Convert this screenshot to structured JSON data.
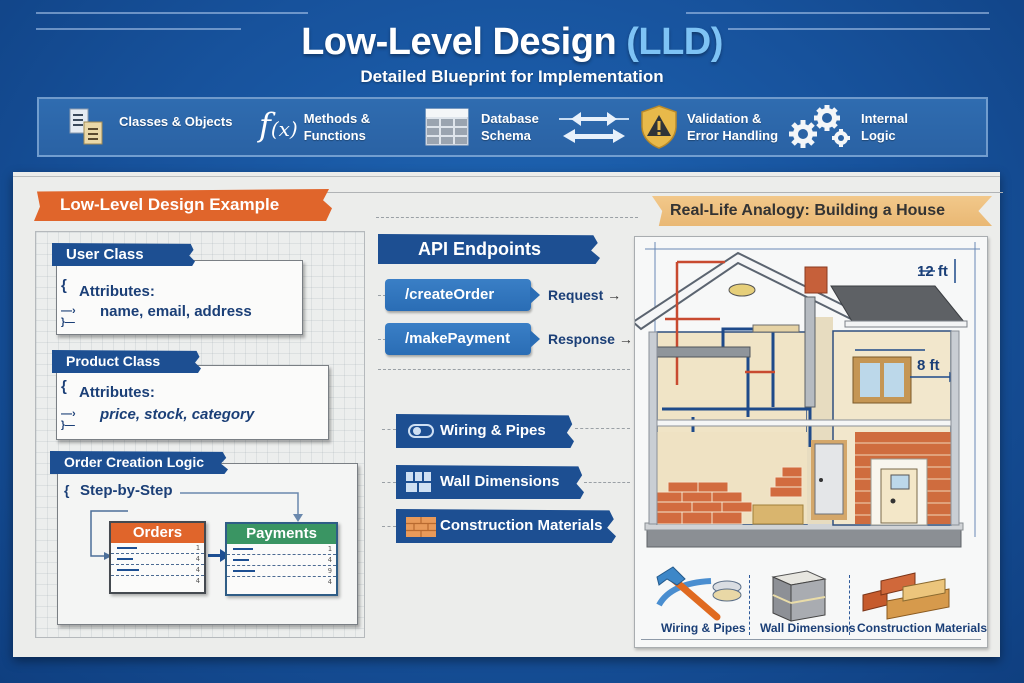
{
  "header": {
    "title_main": "Low-Level Design",
    "title_accent": "(LLD)",
    "subtitle": "Detailed Blueprint for Implementation"
  },
  "features": [
    {
      "icon": "documents-icon",
      "label_line1": "Classes & Objects",
      "label_line2": ""
    },
    {
      "icon": "function-fx-icon",
      "label_line1": "Methods &",
      "label_line2": "Functions"
    },
    {
      "icon": "table-grid-icon",
      "label_line1": "Database",
      "label_line2": "Schema"
    },
    {
      "icon": "bidirectional-arrows-icon",
      "label_line1": "",
      "label_line2": ""
    },
    {
      "icon": "warning-shield-icon",
      "label_line1": "Validation &",
      "label_line2": "Error Handling"
    },
    {
      "icon": "gears-icon",
      "label_line1": "Internal",
      "label_line2": "Logic"
    }
  ],
  "example": {
    "section_title": "Low-Level Design Example",
    "user_class": {
      "title": "User Class",
      "brace_open": "{",
      "brace_close": "}",
      "attributes_label": "Attributes:",
      "attributes": "name, email, address"
    },
    "product_class": {
      "title": "Product Class",
      "brace_open": "{",
      "brace_close": "}",
      "attributes_label": "Attributes:",
      "attributes": "price, stock, category"
    },
    "order_logic": {
      "title": "Order Creation Logic",
      "brace_open": "{",
      "step_label": "Step-by-Step",
      "orders_table": {
        "title": "Orders",
        "rows": [
          "1",
          "4",
          "4",
          "4"
        ],
        "color": "#e0652b"
      },
      "payments_table": {
        "title": "Payments",
        "rows": [
          "1",
          "4",
          "9",
          "4"
        ],
        "color": "#3a9563"
      }
    }
  },
  "api": {
    "title": "API Endpoints",
    "endpoints": [
      {
        "path": "/createOrder",
        "label": "Request"
      },
      {
        "path": "/makePayment",
        "label": "Response"
      }
    ]
  },
  "concepts": [
    {
      "icon": "wiring-toggle-icon",
      "label": "Wiring & Pipes"
    },
    {
      "icon": "wall-grid-icon",
      "label": "Wall Dimensions"
    },
    {
      "icon": "bricks-icon",
      "label": "Construction Materials"
    }
  ],
  "analogy": {
    "title": "Real-Life Analogy: Building a House",
    "dimension_height": "12 ft",
    "dimension_window": "8 ft",
    "bottom_items": [
      {
        "icon": "hammer-pipes-icon",
        "label": "Wiring & Pipes"
      },
      {
        "icon": "concrete-block-icon",
        "label": "Wall Dimensions"
      },
      {
        "icon": "brick-stack-icon",
        "label": "Construction Materials"
      }
    ]
  },
  "colors": {
    "background_blue": "#17529c",
    "tape_orange": "#e0652b",
    "tape_blue": "#1d4f92",
    "accent_light_blue": "#7ec3f5",
    "payments_green": "#3a9563",
    "beige_banner": "#f2c88a"
  }
}
